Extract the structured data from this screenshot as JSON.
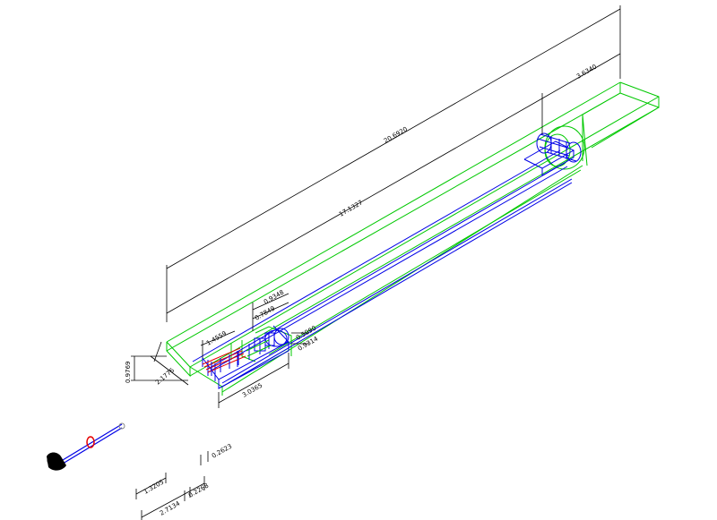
{
  "colors": {
    "background": "#ffffff",
    "dimension": "#000000",
    "frame_green": "#00c800",
    "structure_blue": "#0000e6",
    "shaft_red": "#e60000",
    "bulb_black": "#000000"
  },
  "dimensions": {
    "overall_length": "20.6920",
    "inner_length": "17.1327",
    "end_width": "3.6340",
    "base_length": "3.0365",
    "base_width": "2.1776",
    "base_height": "0.9769",
    "d_1_4559": "1.4559",
    "d_0_7849": "0.7849",
    "d_0_9348": "0.9348",
    "d_0_5090": "0.5090",
    "d_0_9314": "0.9314",
    "d_1_3205": "1.3205",
    "d_0_2623": "0.2623",
    "d_0_2268": "0.2268",
    "d_2_7134": "2.7134"
  }
}
